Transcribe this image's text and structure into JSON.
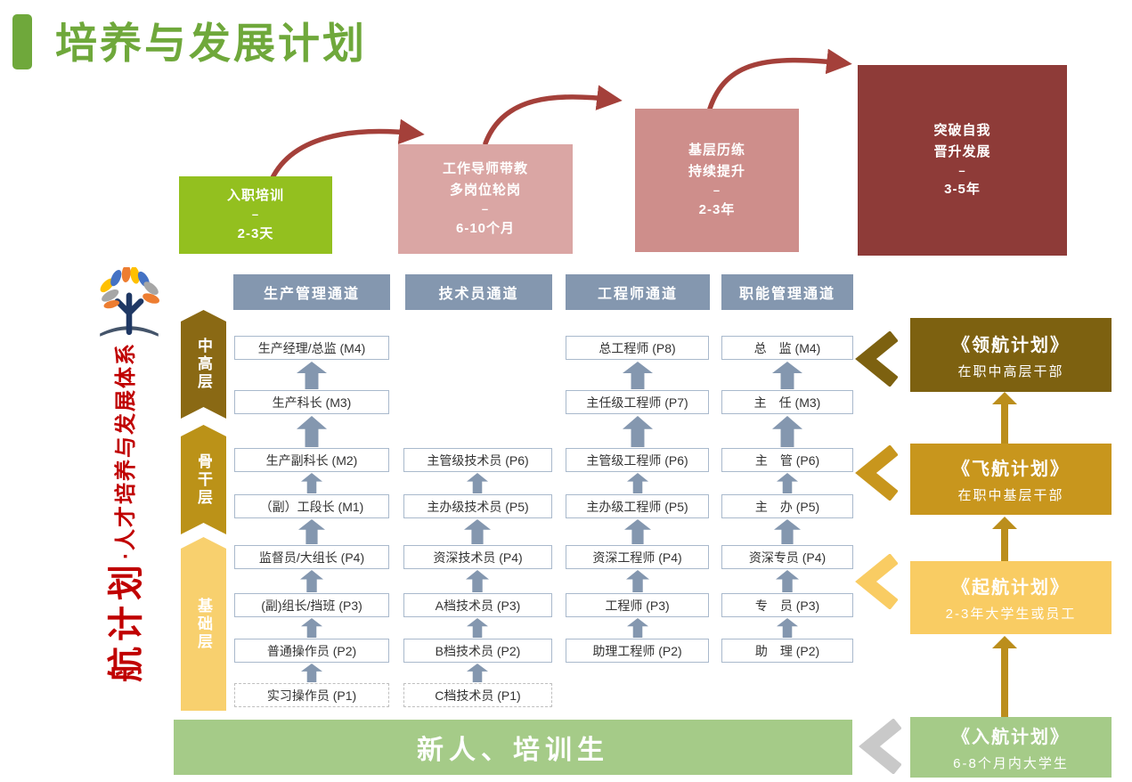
{
  "page": {
    "title": "培养与发展计划"
  },
  "timeline": [
    {
      "lines": [
        "入职培训",
        "–",
        "2-3天"
      ]
    },
    {
      "lines": [
        "工作导师带教",
        "多岗位轮岗",
        "–",
        "6-10个月"
      ]
    },
    {
      "lines": [
        "基层历练",
        "持续提升",
        "–",
        "2-3年"
      ]
    },
    {
      "lines": [
        "突破自我",
        "晋升发展",
        "–",
        "3-5年"
      ]
    }
  ],
  "brand": {
    "system_title": "航计划",
    "system_subtitle": "·人才培养与发展体系"
  },
  "layers": [
    {
      "label": "中高层"
    },
    {
      "label": "骨干层"
    },
    {
      "label": "基础层"
    }
  ],
  "channels": [
    {
      "header": "生产管理通道",
      "levels": [
        {
          "label": "生产经理/总监 (M4)"
        },
        {
          "label": "生产科长 (M3)"
        },
        {
          "label": "生产副科长 (M2)"
        },
        {
          "label": "（副）工段长 (M1)"
        },
        {
          "label": "监督员/大组长 (P4)"
        },
        {
          "label": "(副)组长/挡班 (P3)"
        },
        {
          "label": "普通操作员 (P2)"
        },
        {
          "label": "实习操作员 (P1)"
        }
      ]
    },
    {
      "header": "技术员通道",
      "levels": [
        {
          "label": "主管级技术员 (P6)"
        },
        {
          "label": "主办级技术员 (P5)"
        },
        {
          "label": "资深技术员 (P4)"
        },
        {
          "label": "A档技术员 (P3)"
        },
        {
          "label": "B档技术员 (P2)"
        },
        {
          "label": "C档技术员 (P1)"
        }
      ]
    },
    {
      "header": "工程师通道",
      "levels": [
        {
          "label": "总工程师 (P8)"
        },
        {
          "label": "主任级工程师 (P7)"
        },
        {
          "label": "主管级工程师 (P6)"
        },
        {
          "label": "主办级工程师 (P5)"
        },
        {
          "label": "资深工程师 (P4)"
        },
        {
          "label": "工程师 (P3)"
        },
        {
          "label": "助理工程师 (P2)"
        }
      ]
    },
    {
      "header": "职能管理通道",
      "levels": [
        {
          "label": "总　监 (M4)"
        },
        {
          "label": "主　任 (M3)"
        },
        {
          "label": "主　管 (P6)"
        },
        {
          "label": "主　办 (P5)"
        },
        {
          "label": "资深专员 (P4)"
        },
        {
          "label": "专　员 (P3)"
        },
        {
          "label": "助　理 (P2)"
        }
      ]
    }
  ],
  "plans": [
    {
      "title": "《领航计划》",
      "subtitle": "在职中高层干部"
    },
    {
      "title": "《飞航计划》",
      "subtitle": "在职中基层干部"
    },
    {
      "title": "《起航计划》",
      "subtitle": "2-3年大学生或员工"
    },
    {
      "title": "《入航计划》",
      "subtitle": "6-8个月内大学生"
    }
  ],
  "bottom_bar": {
    "label": "新人、培训生"
  },
  "palette": {
    "title_green": "#6FA83B",
    "timeline_green": "#93C01F",
    "timeline_pink_light": "#DAA6A4",
    "timeline_pink": "#CE8E8B",
    "timeline_dark_red": "#8E3B38",
    "curve_arrow_red": "#A4403A",
    "channel_header_blue": "#8497AF",
    "level_border": "#A9B9CC",
    "layer_dark_gold": "#8A6914",
    "layer_gold": "#BB9218",
    "layer_light_gold": "#F8D06E",
    "plan_dark_olive": "#7D6110",
    "plan_gold": "#C8961D",
    "plan_light_gold": "#F9CC63",
    "plan_green": "#A5CB88",
    "gray_chevron": "#C9C9C9",
    "system_title_red": "#C00000"
  }
}
